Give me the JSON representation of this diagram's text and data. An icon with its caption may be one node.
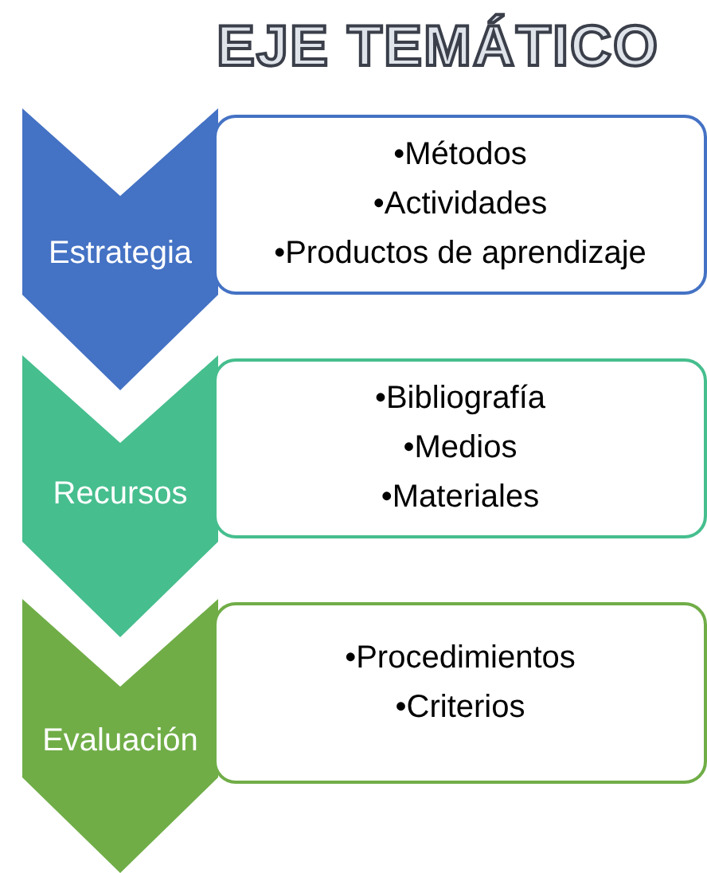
{
  "diagram": {
    "title": "EJE TEMÁTICO",
    "nodes": [
      {
        "text": [
          "Estrategia"
        ]
      },
      {
        "text": [
          "•Métodos",
          "•Actividades",
          "•Productos de aprendizaje"
        ]
      },
      {
        "text": [
          "Recursos"
        ]
      },
      {
        "text": [
          "•Bibliografía",
          "•Medios",
          "•Materiales"
        ]
      },
      {
        "text": [
          "Evaluación"
        ]
      },
      {
        "text": [
          "•Procedimientos",
          "•Criterios"
        ]
      }
    ]
  }
}
